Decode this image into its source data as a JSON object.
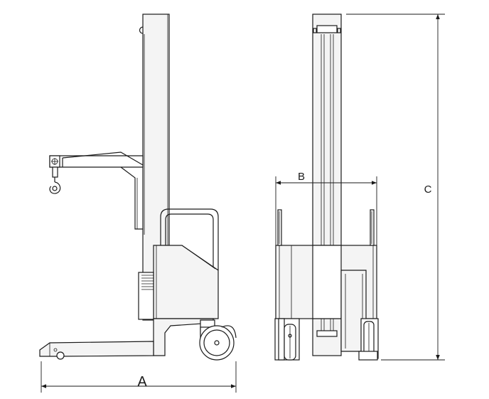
{
  "dimensions": {
    "a_label": "A",
    "b_label": "B",
    "c_label": "C"
  },
  "colors": {
    "line": "#1a1a1a",
    "fill": "#f4f4f4",
    "background": "#ffffff"
  }
}
